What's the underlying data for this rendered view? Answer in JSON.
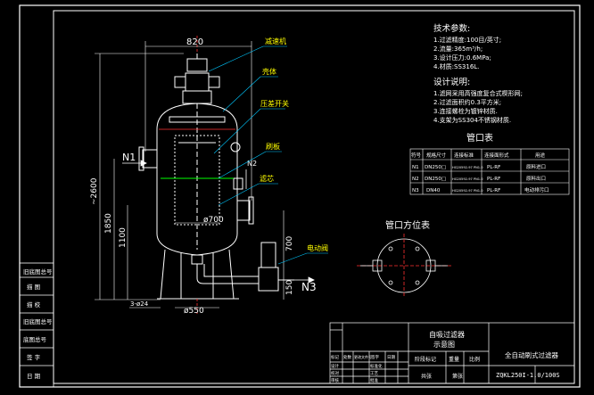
{
  "colors": {
    "background": "#000000",
    "frame": "#ffffff",
    "vessel": "#ffffff",
    "dim": "#ffffff",
    "callout": "#00c8ff",
    "callout_text": "#ffff00",
    "text": "#ffffff",
    "green": "#00ff00",
    "red": "#ff3030",
    "yellow": "#ffff00"
  },
  "drawing": {
    "dimensions": {
      "overall_width": "820",
      "total_height": "~2600",
      "h1": "1850",
      "h2": "1100",
      "h3": "700",
      "h4": "150",
      "inner_dia": "ø700",
      "base_dia": "ø550",
      "bolts": "3-ø24"
    },
    "nozzles": {
      "n1": "N1",
      "n2": "N2",
      "n3": "N3"
    },
    "callouts": [
      "减速机",
      "壳体",
      "压差开关",
      "刷板",
      "滤芯",
      "电动阀"
    ]
  },
  "specs": {
    "title": "技术参数:",
    "lines": [
      "1.过滤精度:100目/英寸;",
      "2.流量:365m³/h;",
      "3.设计压力:0.6MPa;",
      "4.材质:SS316L."
    ]
  },
  "notes": {
    "title": "设计说明:",
    "lines": [
      "1.滤网采用高强度复合式楔形网;",
      "2.过滤面积约0.3平方米;",
      "3.连接螺栓为镀锌材质.",
      "4.支架为SS304不锈钢材质."
    ]
  },
  "nozzle_table": {
    "title": "管口表",
    "headers": [
      "符号",
      "规格尺寸",
      "连接标准",
      "连接面形式",
      "用途"
    ],
    "rows": [
      [
        "N1",
        "DN250□",
        "HG20592-97 PN1.0",
        "PL-RF",
        "原料进口"
      ],
      [
        "N2",
        "DN250□",
        "HG20592-97 PN1.0",
        "PL-RF",
        "原料出口"
      ],
      [
        "N3",
        "DN40",
        "HG20592-97 PN1.0",
        "PL-RF",
        "电动排污口"
      ]
    ]
  },
  "orientation": {
    "title": "管口方位表"
  },
  "left_panel": [
    "旧底图总号",
    "描   图",
    "描   校",
    "旧底图总号",
    "底图总号",
    "签   字",
    "日   期"
  ],
  "title_block": {
    "drawing_name_line1": "自吸过滤器",
    "drawing_name_line2": "示意图",
    "product_name": "全自动刷式过滤器",
    "drawing_no": "ZQKL250I-1.0/100S",
    "stage_label": "阶段标记",
    "weight_label": "重量",
    "scale_label": "比例",
    "total_label": "共张",
    "sheet_label": "第张",
    "rev_cells": [
      "标记",
      "处数",
      "更改文件号",
      "签字",
      "日期"
    ],
    "role_cells": [
      "设计",
      "校对",
      "审核",
      "标准化",
      "工艺",
      "批准"
    ]
  }
}
